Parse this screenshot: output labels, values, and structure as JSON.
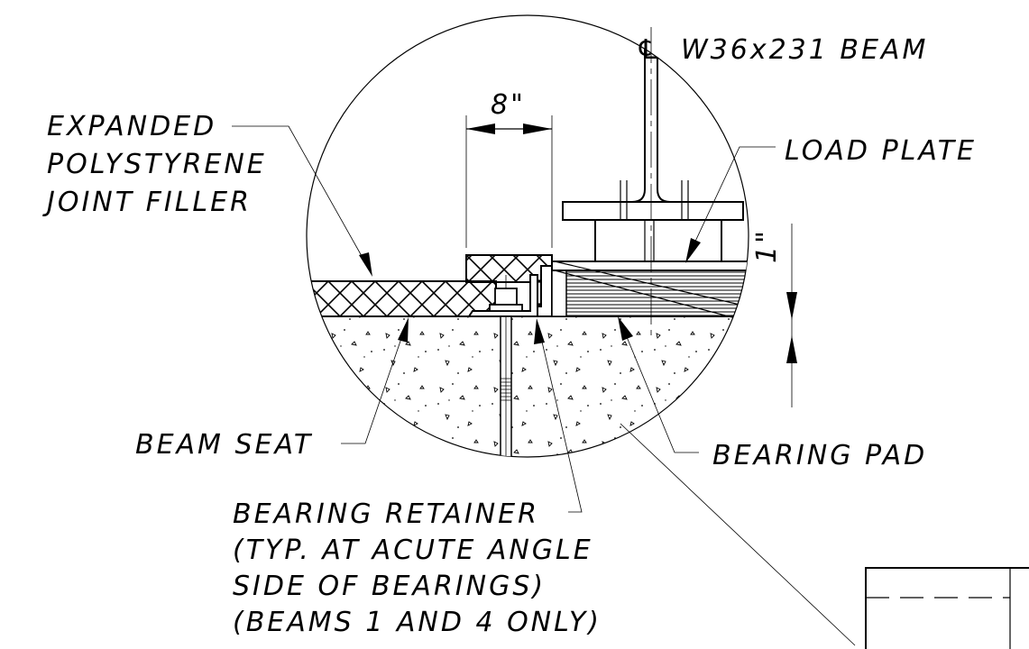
{
  "labels": {
    "beam": "W36x231 BEAM",
    "filler_1": "EXPANDED",
    "filler_2": "POLYSTYRENE",
    "filler_3": "JOINT FILLER",
    "load_plate": "LOAD PLATE",
    "dim_8": "8\"",
    "dim_1": "1\"",
    "beam_seat": "BEAM SEAT",
    "bearing_pad": "BEARING PAD",
    "retainer_1": "BEARING RETAINER",
    "retainer_2": "(TYP. AT ACUTE ANGLE",
    "retainer_3": "SIDE OF BEARINGS)",
    "retainer_4": "(BEAMS 1 AND 4 ONLY)"
  },
  "centerline_symbol": "℄"
}
